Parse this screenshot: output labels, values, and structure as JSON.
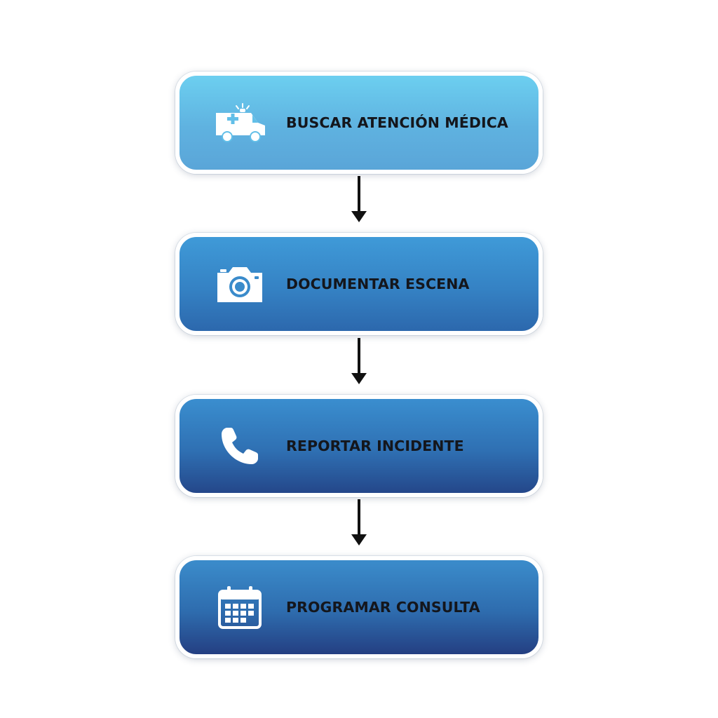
{
  "steps": [
    {
      "label": "BUSCAR ATENCIÓN MÉDICA",
      "icon": "ambulance-icon"
    },
    {
      "label": "DOCUMENTAR ESCENA",
      "icon": "camera-icon"
    },
    {
      "label": "REPORTAR INCIDENTE",
      "icon": "phone-icon"
    },
    {
      "label": "PROGRAMAR CONSULTA",
      "icon": "calendar-icon"
    }
  ],
  "colors": {
    "text": "#14161c",
    "icon": "#ffffff",
    "arrow": "#111111",
    "step_1_top": "#6ccff0",
    "step_4_bottom": "#243f82"
  }
}
